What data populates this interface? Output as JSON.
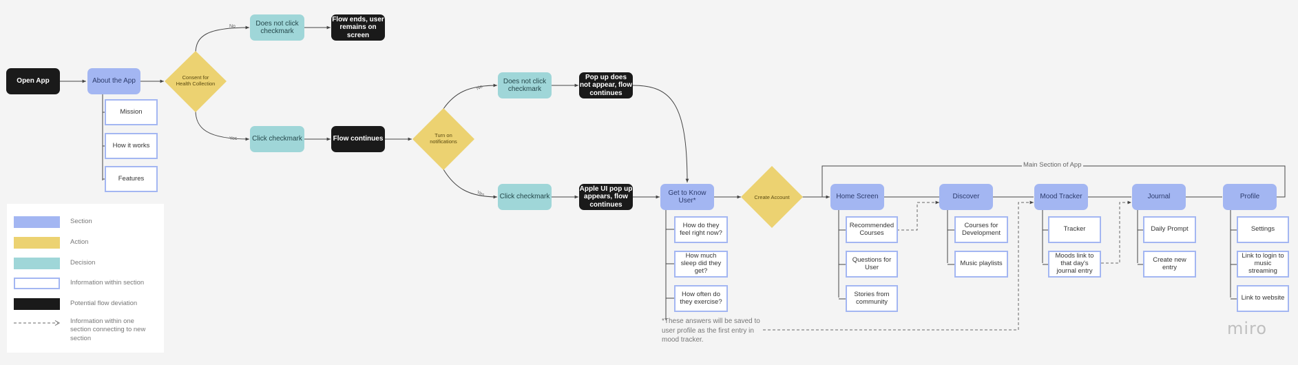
{
  "diagram": {
    "start": "Open App",
    "about": "About the App",
    "about_info": [
      "Mission",
      "How it works",
      "Features"
    ],
    "consent": "Consent for Health Collection",
    "consent_no_decision": "Does not click checkmark",
    "consent_no_result": "Flow ends, user remains on screen",
    "consent_yes_decision": "Click checkmark",
    "consent_yes_result": "Flow continues",
    "notifications": "Turn on notifications",
    "notif_no_decision": "Does not click checkmark",
    "notif_no_result": "Pop up does not appear, flow continues",
    "notif_yes_decision": "Click checkmark",
    "notif_yes_result": "Apple UI pop up appears, flow continues",
    "edge_no": "No",
    "edge_yes": "Yes",
    "get_to_know": "Get to Know User*",
    "get_to_know_info": [
      "How do they feel right now?",
      "How much sleep did they get?",
      "How often do they exercise?"
    ],
    "footnote": "*These answers will be saved to user profile as the first entry in mood tracker.",
    "create_account": "Create Account",
    "main_section_label": "Main Section of App",
    "home": "Home Screen",
    "home_info": [
      "Recommended Courses",
      "Questions for User",
      "Stories from community"
    ],
    "discover": "Discover",
    "discover_info": [
      "Courses for Development",
      "Music playlists"
    ],
    "mood": "Mood Tracker",
    "mood_info": [
      "Tracker",
      "Moods link to that day's journal entry"
    ],
    "journal": "Journal",
    "journal_info": [
      "Daily Prompt",
      "Create new entry"
    ],
    "profile": "Profile",
    "profile_info": [
      "Settings",
      "Link to login to music streaming",
      "Link to website"
    ]
  },
  "legend": {
    "section": "Section",
    "action": "Action",
    "decision": "Decision",
    "info": "Information within section",
    "deviation": "Potential flow deviation",
    "dashed": "Information within one section connecting to new section"
  },
  "colors": {
    "section": "#a3b6f2",
    "action": "#ecd271",
    "decision": "#9fd6d8",
    "deviation": "#1a1a1a"
  },
  "logo": "miro"
}
